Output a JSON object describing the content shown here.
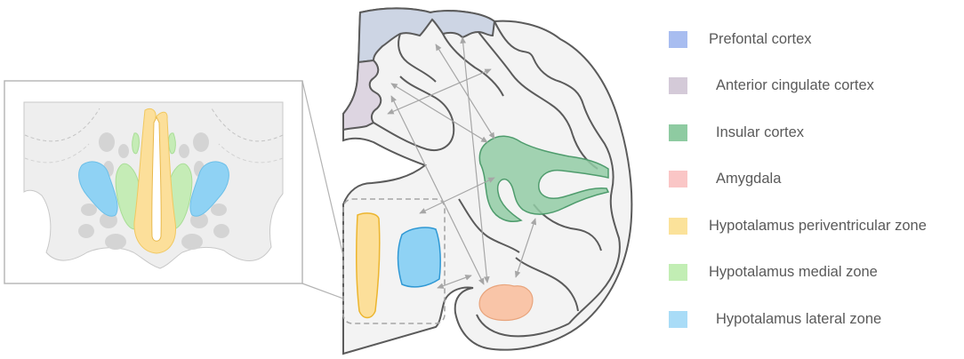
{
  "legend": [
    {
      "label": "Prefontal cortex",
      "color": "#a8bdf0"
    },
    {
      "label": "Anterior cingulate cortex",
      "color": "#d4cad8"
    },
    {
      "label": "Insular cortex",
      "color": "#8ecba1"
    },
    {
      "label": "Amygdala",
      "color": "#fac6c6"
    },
    {
      "label": "Hypotalamus periventricular zone",
      "color": "#fbe29a"
    },
    {
      "label": "Hypotalamus medial zone",
      "color": "#c2eeb4"
    },
    {
      "label": "Hypotalamus  lateral zone",
      "color": "#a9dcf7"
    }
  ],
  "colors": {
    "outline": "#5b5b5b",
    "tissue": "#f3f3f3",
    "arrow": "#a6a6a6",
    "gray_nuclei": "#d4d4d4",
    "prefrontal_fill": "#cdd5e4",
    "cingulate_fill": "#ddd5e1",
    "insular_fill": "#92cba5",
    "amygdala_fill": "#f9c5a8",
    "periventricular_fill": "#fcdf9a",
    "medial_fill": "#c5ecb6",
    "lateral_fill": "#8fd2f4"
  }
}
